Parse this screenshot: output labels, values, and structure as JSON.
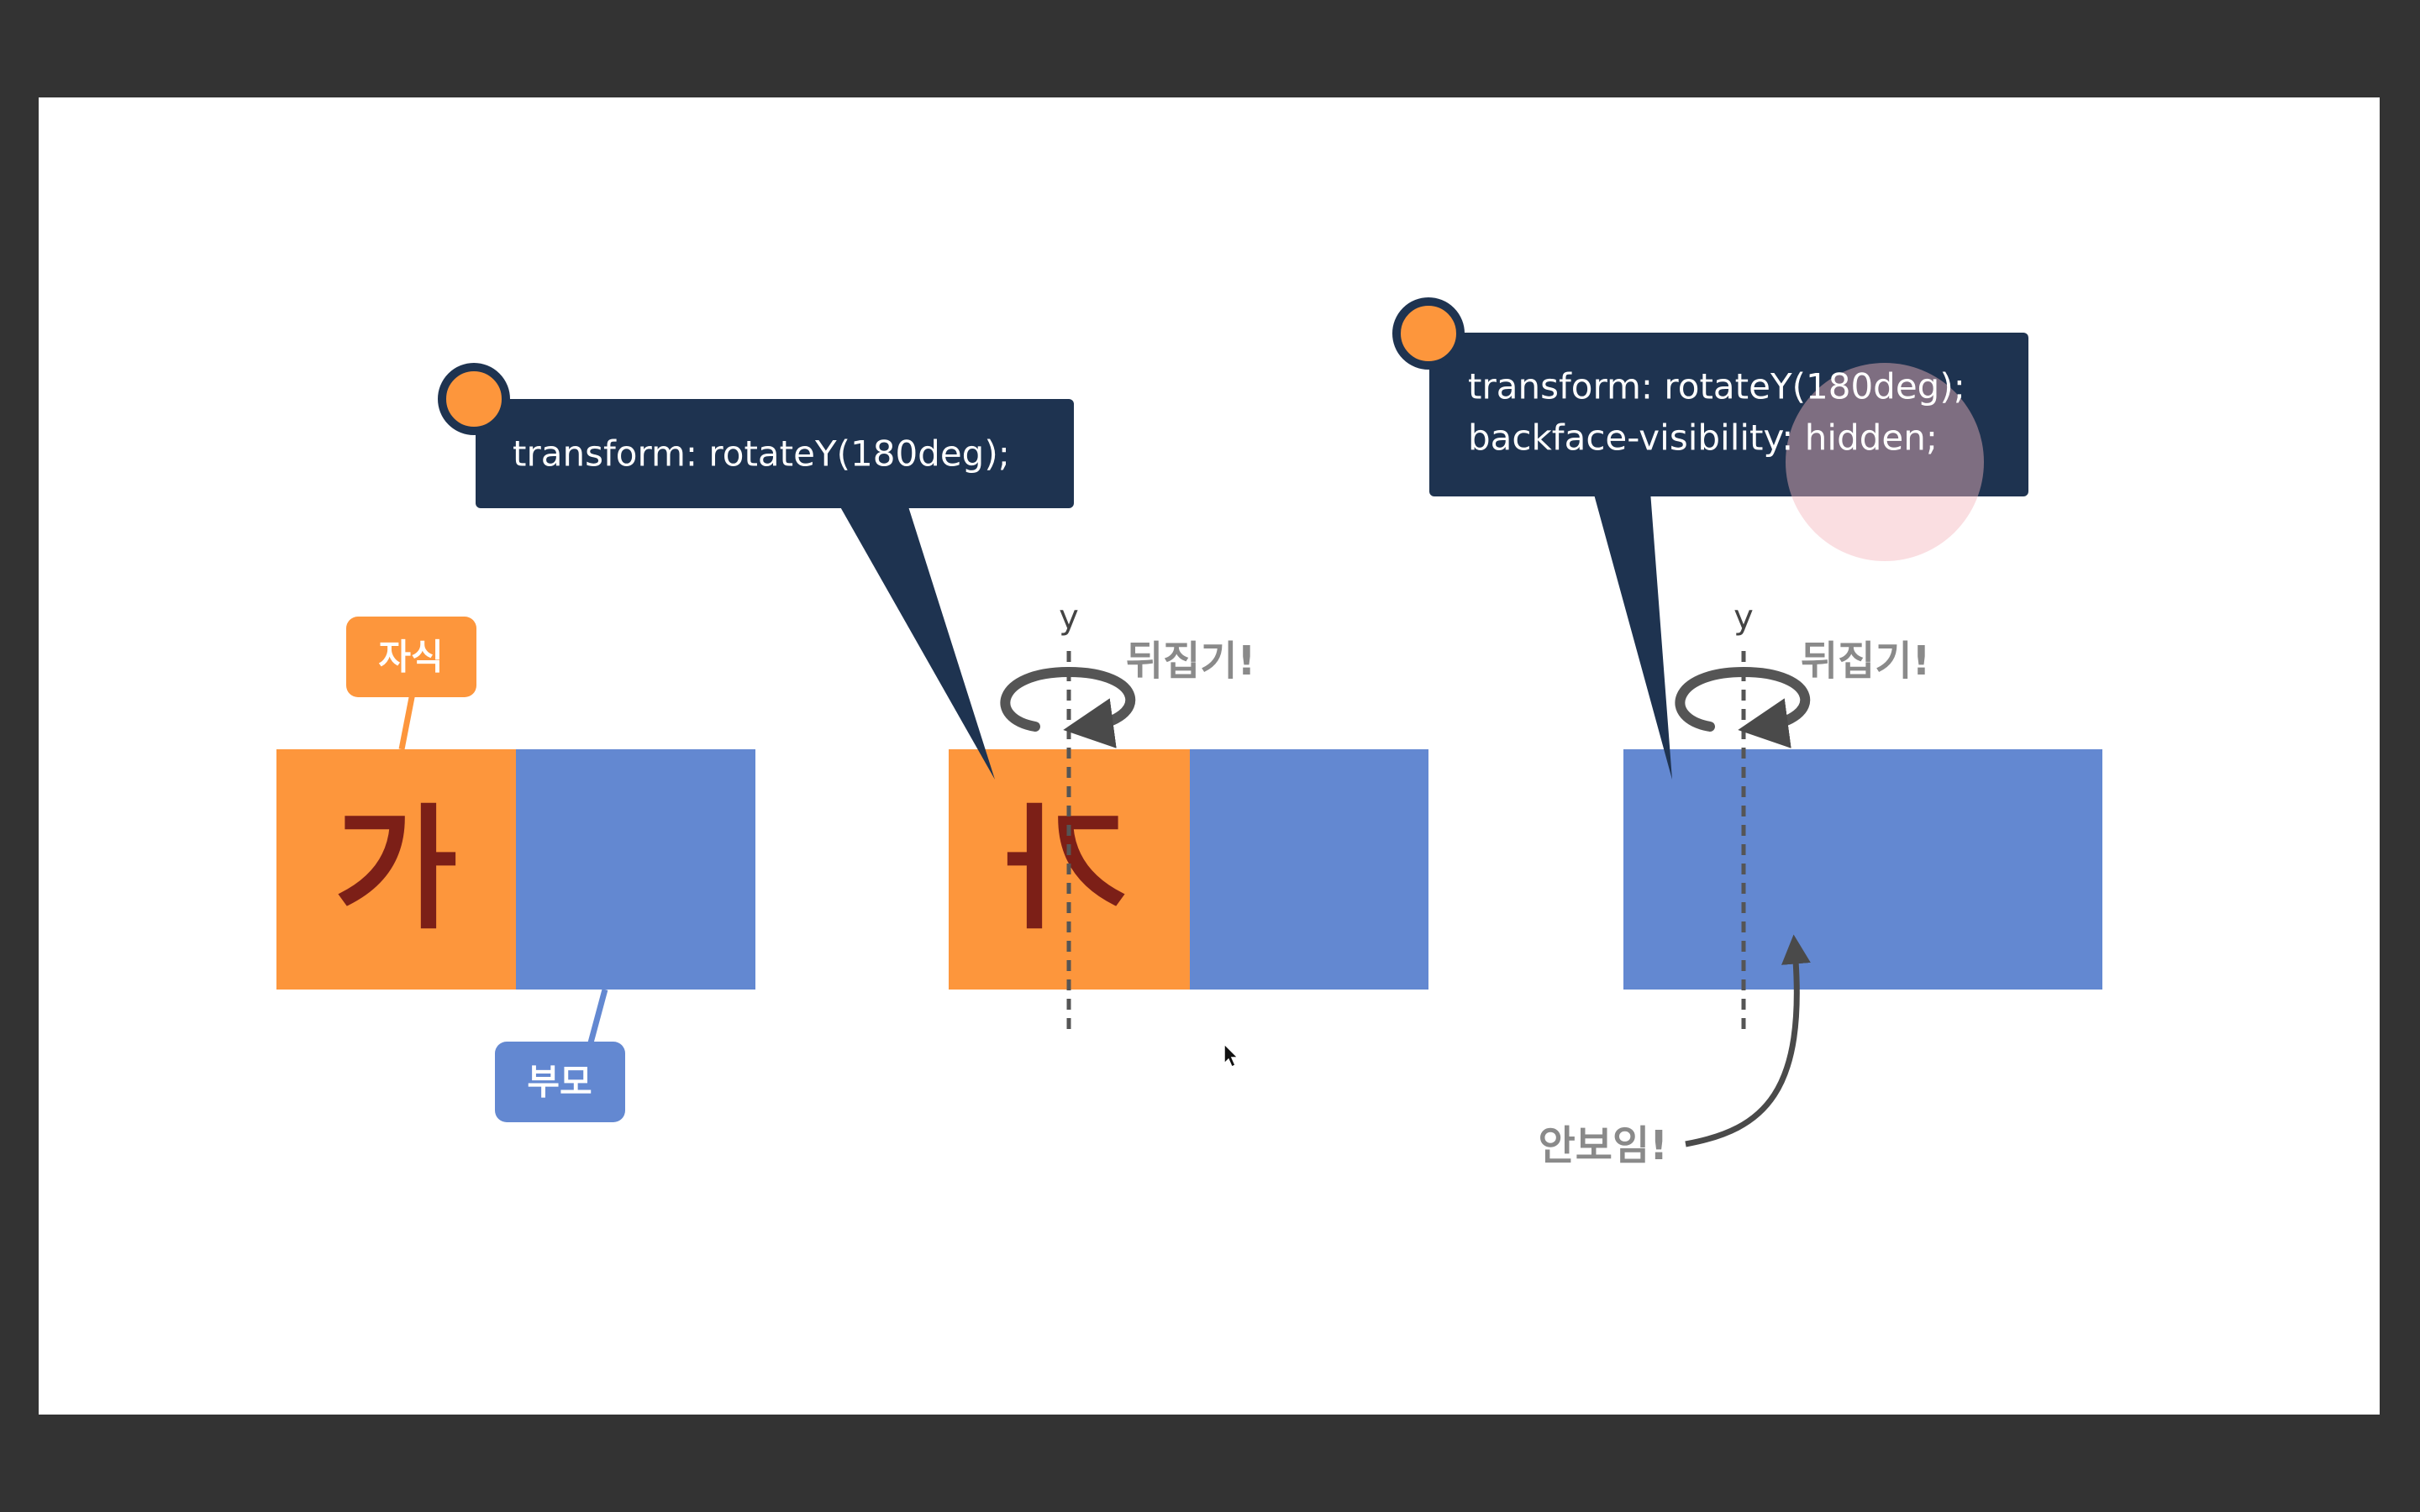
{
  "colors": {
    "background": "#333333",
    "slide": "#ffffff",
    "orange": "#fd963c",
    "blue": "#6388d1",
    "navy": "#1e3350",
    "char": "#7c1f17",
    "gray_text": "#8a8a8a",
    "arrow": "#4a4a4a"
  },
  "panel1": {
    "child_label": "자식",
    "parent_label": "부모",
    "char": "가"
  },
  "panel2": {
    "code_line1": "transform: rotateY(180deg);",
    "axis_label": "y",
    "flip_label": "뒤집기!",
    "char": "가"
  },
  "panel3": {
    "code_line1": "transform: rotateY(180deg);",
    "code_line2": "backface-visibility: hidden;",
    "axis_label": "y",
    "flip_label": "뒤집기!",
    "hidden_label": "안보임!"
  },
  "icons": {
    "rotate": "rotate-arrow-icon",
    "pointer": "mouse-cursor-icon"
  }
}
